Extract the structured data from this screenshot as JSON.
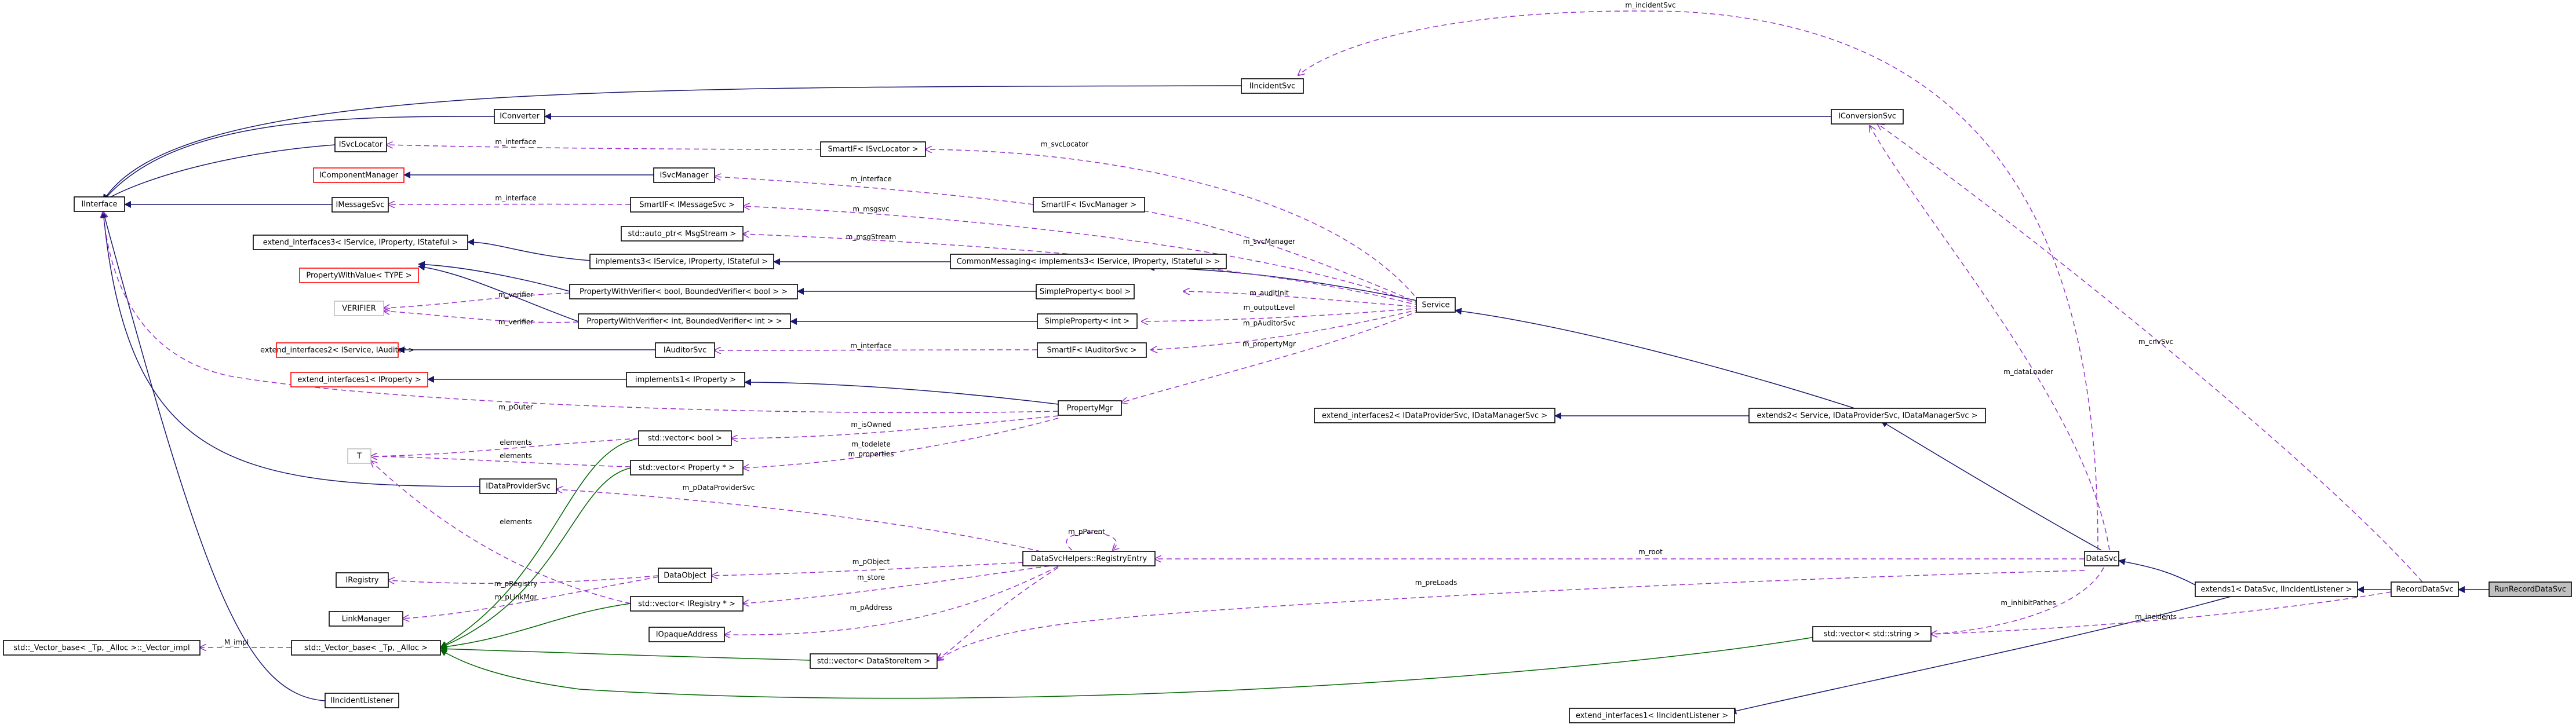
{
  "nodes": {
    "IInterface": "IInterface",
    "IConverter": "IConverter",
    "ISvcLocator": "ISvcLocator",
    "IComponentManager": "IComponentManager",
    "IMessageSvc": "IMessageSvc",
    "extend_interfaces3": "extend_interfaces3< IService, IProperty, IStateful >",
    "PropertyWithValue": "PropertyWithValue< TYPE >",
    "VERIFIER": "VERIFIER",
    "extend_interfaces2_auditor": "extend_interfaces2< IService, IAuditor >",
    "extend_interfaces1_property": "extend_interfaces1< IProperty >",
    "T": "T",
    "IDataProviderSvc": "IDataProviderSvc",
    "IRegistry": "IRegistry",
    "LinkManager": "LinkManager",
    "vector_base_impl": "std::_Vector_base< _Tp, _Alloc >::_Vector_impl",
    "vector_base": "std::_Vector_base< _Tp, _Alloc >",
    "IIncidentListener": "IIncidentListener",
    "IIncidentSvc": "IIncidentSvc",
    "SmartIF_ISvcLocator": "SmartIF< ISvcLocator >",
    "ISvcManager": "ISvcManager",
    "SmartIF_IMessageSvc": "SmartIF< IMessageSvc >",
    "auto_ptr_MsgStream": "std::auto_ptr< MsgStream >",
    "implements3": "implements3< IService, IProperty, IStateful >",
    "PropertyWithVerifier_bool": "PropertyWithVerifier< bool, BoundedVerifier< bool > >",
    "PropertyWithVerifier_int": "PropertyWithVerifier< int, BoundedVerifier< int > >",
    "IAuditorSvc": "IAuditorSvc",
    "implements1": "implements1< IProperty >",
    "vector_bool": "std::vector< bool >",
    "vector_property": "std::vector< Property * >",
    "DataObject": "DataObject",
    "vector_iregistry": "std::vector< IRegistry * >",
    "IOpaqueAddress": "IOpaqueAddress",
    "vector_datastoreitem": "std::vector< DataStoreItem >",
    "SmartIF_ISvcManager": "SmartIF< ISvcManager >",
    "CommonMessaging": "CommonMessaging< implements3< IService, IProperty, IStateful > >",
    "SimpleProperty_bool": "SimpleProperty< bool >",
    "SimpleProperty_int": "SimpleProperty< int >",
    "SmartIF_IAuditorSvc": "SmartIF< IAuditorSvc >",
    "PropertyMgr": "PropertyMgr",
    "RegistryEntry": "DataSvcHelpers::RegistryEntry",
    "Service": "Service",
    "extend_interfaces2_data": "extend_interfaces2< IDataProviderSvc, IDataManagerSvc >",
    "IConversionSvc": "IConversionSvc",
    "extends2": "extends2< Service, IDataProviderSvc, IDataManagerSvc >",
    "DataSvc": "DataSvc",
    "vector_string": "std::vector< std::string >",
    "extend_interfaces1_incident": "extend_interfaces1< IIncidentListener >",
    "extends1": "extends1< DataSvc, IIncidentListener >",
    "RecordDataSvc": "RecordDataSvc",
    "RunRecordDataSvc": "RunRecordDataSvc"
  },
  "labels": {
    "m_incidentSvc": "m_incidentSvc",
    "m_interface_svclocator": "m_interface",
    "m_svcLocator": "m_svcLocator",
    "m_interface_svcmanager": "m_interface",
    "m_interface_msgsvc": "m_interface",
    "m_msgsvc": "m_msgsvc",
    "m_msgStream": "m_msgStream",
    "m_svcManager": "m_svcManager",
    "m_verifier_bool": "m_verifier",
    "m_auditInit": "m_auditInit",
    "m_outputLevel": "m_outputLevel",
    "m_verifier_int": "m_verifier",
    "m_pAuditorSvc": "m_pAuditorSvc",
    "m_interface_auditor": "m_interface",
    "m_propertyMgr": "m_propertyMgr",
    "m_pOuter": "m_pOuter",
    "m_isOwned": "m_isOwned",
    "elements_bool": "elements",
    "elements_property": "elements",
    "m_todelete": "m_todelete",
    "m_properties": "m_properties",
    "m_dataLoader": "m_dataLoader",
    "m_cnvSvc": "m_cnvSvc",
    "elements_registry": "elements",
    "m_pDataProviderSvc": "m_pDataProviderSvc",
    "m_pParent": "m_pParent",
    "m_root": "m_root",
    "m_pObject": "m_pObject",
    "m_store": "m_store",
    "m_preLoads": "m_preLoads",
    "m_pRegistry": "m_pRegistry",
    "m_pLinkMgr": "m_pLinkMgr",
    "m_inhibitPathes": "m_inhibitPathes",
    "m_incidents": "m_incidents",
    "m_pAddress": "m_pAddress",
    "M_impl": "_M_impl"
  }
}
